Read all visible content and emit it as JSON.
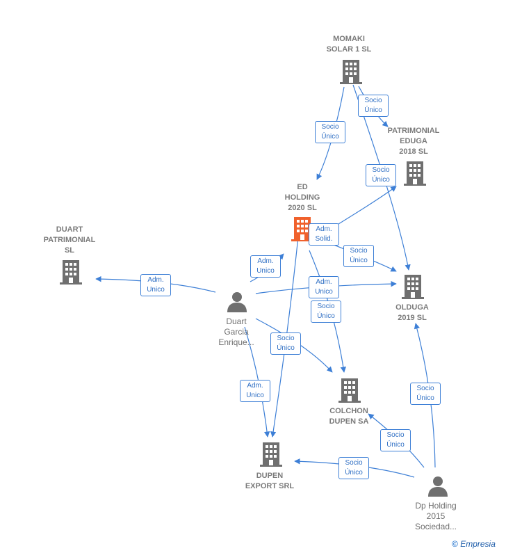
{
  "nodes": {
    "momaki": {
      "label": "MOMAKI\nSOLAR 1 SL",
      "type": "company"
    },
    "patrimonial_eduga": {
      "label": "PATRIMONIAL\nEDUGA\n2018  SL",
      "type": "company"
    },
    "ed_holding": {
      "label": "ED\nHOLDING\n2020  SL",
      "type": "company-highlight"
    },
    "duart_patrimonial": {
      "label": "DUART\nPATRIMONIAL\nSL",
      "type": "company"
    },
    "olduga": {
      "label": "OLDUGA\n2019  SL",
      "type": "company"
    },
    "duart_garcia": {
      "label": "Duart\nGarcia\nEnrique...",
      "type": "person"
    },
    "colchon_dupen": {
      "label": "COLCHON\nDUPEN SA",
      "type": "company"
    },
    "dupen_export": {
      "label": "DUPEN\nEXPORT SRL",
      "type": "company"
    },
    "dp_holding": {
      "label": "Dp Holding\n2015\nSociedad...",
      "type": "person"
    }
  },
  "edges": {
    "e1": "Socio\nÚnico",
    "e2": "Socio\nÚnico",
    "e3": "Socio\nÚnico",
    "e4": "Adm.\nSolid.",
    "e5": "Adm.\nUnico",
    "e6": "Adm.\nUnico",
    "e7": "Socio\nÚnico",
    "e8": "Adm.\nUnico",
    "e9": "Socio\nÚnico",
    "e10": "Socio\nÚnico",
    "e11": "Adm.\nUnico",
    "e12": "Socio\nÚnico",
    "e13": "Socio\nÚnico",
    "e14": "Socio\nÚnico"
  },
  "colors": {
    "edge": "#3d7fd6",
    "company": "#6f6f6f",
    "highlight": "#f0612c",
    "person": "#6f6f6f"
  },
  "footer": {
    "copyright": "©",
    "brand": "Empresia"
  }
}
